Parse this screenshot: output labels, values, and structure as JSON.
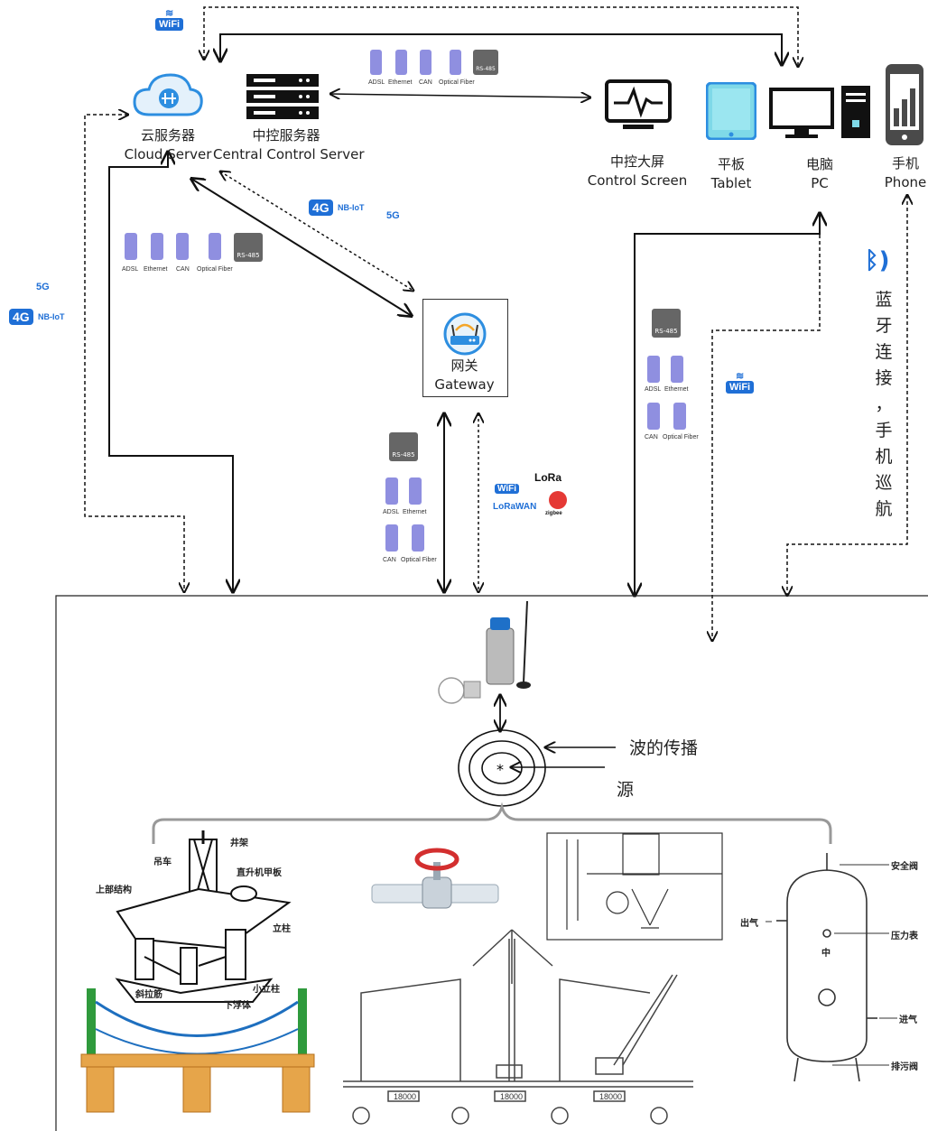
{
  "nodes": {
    "cloud_server": {
      "cn": "云服务器",
      "en": "Cloud Server"
    },
    "central_server": {
      "cn": "中控服务器",
      "en": "Central Control Server"
    },
    "control_screen": {
      "cn": "中控大屏",
      "en": "Control Screen"
    },
    "tablet": {
      "cn": "平板",
      "en": "Tablet"
    },
    "pc": {
      "cn": "电脑",
      "en": "PC"
    },
    "phone": {
      "cn": "手机",
      "en": "Phone"
    },
    "gateway": {
      "cn": "网关",
      "en": "Gateway"
    }
  },
  "link_labels": {
    "adsl": "ADSL",
    "ethernet": "Ethernet",
    "can": "CAN",
    "optical_fiber": "Optical Fiber",
    "rs485": "RS-485",
    "wifi": "WiFi",
    "g4": "4G",
    "g5": "5G",
    "nbiot": "NB-IoT",
    "lora": "LoRa",
    "lorawan": "LoRaWAN",
    "zigbee": "zigbee"
  },
  "bluetooth_text": [
    "蓝",
    "牙",
    "连",
    "接",
    "，",
    "手",
    "机",
    "巡",
    "航"
  ],
  "wave_label": "波的传播",
  "source_label": "源",
  "platform_labels": {
    "derrick": "井架",
    "crane": "吊车",
    "upper": "上部结构",
    "heli": "直升机甲板",
    "column": "立柱",
    "brace": "斜拉筋",
    "small_column": "小立柱",
    "pontoon": "下浮体"
  },
  "tank_labels": {
    "safety_valve": "安全阀",
    "outlet": "出气",
    "gauge": "压力表",
    "inlet": "进气",
    "drain": "排污阀",
    "center": "中"
  },
  "crane_dims": [
    "18000",
    "18000",
    "18000"
  ],
  "colors": {
    "accent": "#1f6fd6",
    "sensor": "#8f8fe0",
    "gray_icon": "#666666",
    "valve": "#d32f2f",
    "zigbee": "#e53935"
  }
}
